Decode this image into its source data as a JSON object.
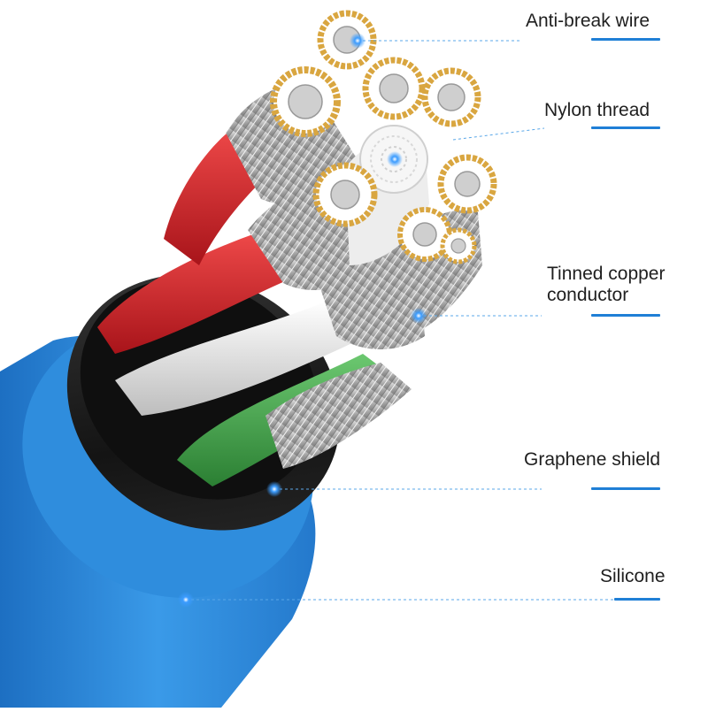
{
  "callouts": [
    {
      "id": "anti-break-wire",
      "label": "Anti-break wire"
    },
    {
      "id": "nylon-thread",
      "label": "Nylon thread"
    },
    {
      "id": "tinned-copper-conductor",
      "label": "Tinned copper conductor",
      "lines": [
        "Tinned copper",
        "conductor"
      ]
    },
    {
      "id": "graphene-shield",
      "label": "Graphene shield"
    },
    {
      "id": "silicone",
      "label": "Silicone"
    }
  ],
  "colors": {
    "jacket": "#2f8fe0",
    "shield": "#1e1e1e",
    "red_wire": "#d8232a",
    "white_wire": "#e6e6e6",
    "green_wire": "#3fa64a",
    "copper": "#d9a640",
    "strand": "#b8b8b8",
    "accent": "#1f7fd6"
  }
}
